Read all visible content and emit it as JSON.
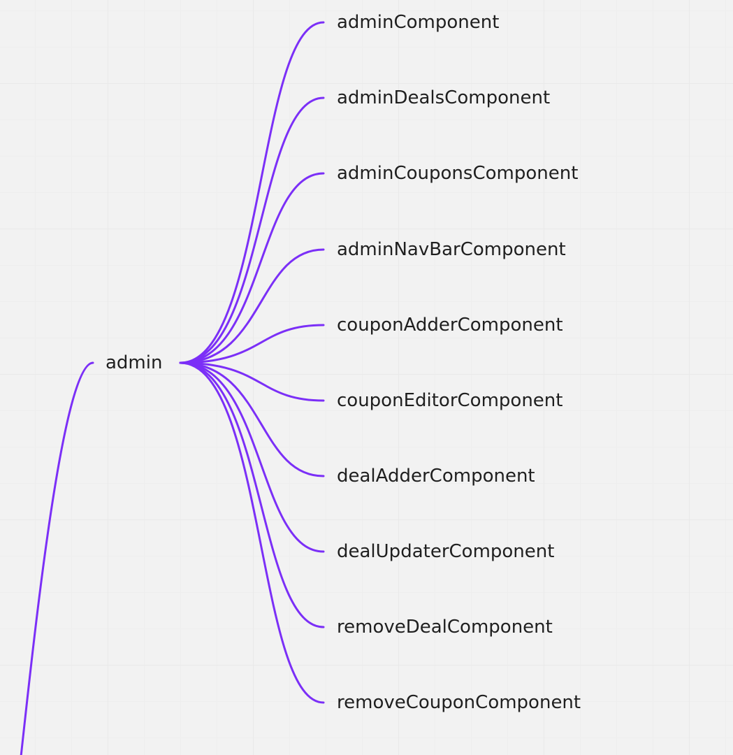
{
  "mindmap": {
    "branch_color": "#7b2ff7",
    "root": {
      "label": "admin"
    },
    "children": [
      {
        "label": "adminComponent"
      },
      {
        "label": "adminDealsComponent"
      },
      {
        "label": "adminCouponsComponent"
      },
      {
        "label": "adminNavBarComponent"
      },
      {
        "label": "couponAdderComponent"
      },
      {
        "label": "couponEditorComponent"
      },
      {
        "label": "dealAdderComponent"
      },
      {
        "label": "dealUpdaterComponent"
      },
      {
        "label": "removeDealComponent"
      },
      {
        "label": "removeCouponComponent"
      }
    ]
  }
}
